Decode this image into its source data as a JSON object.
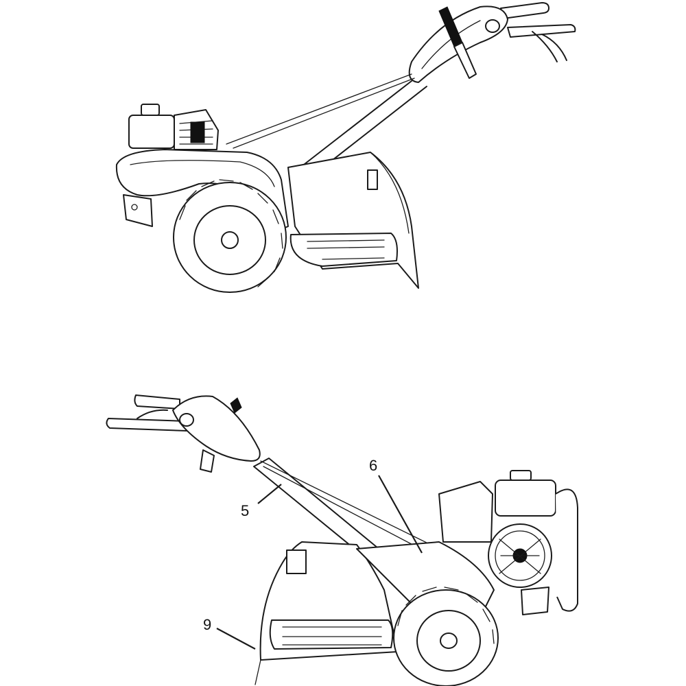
{
  "callouts": [
    {
      "id": "5",
      "label": "5"
    },
    {
      "id": "6",
      "label": "6"
    },
    {
      "id": "9",
      "label": "9"
    }
  ],
  "colors": {
    "line": "#1a1a1a",
    "background": "#ffffff"
  }
}
